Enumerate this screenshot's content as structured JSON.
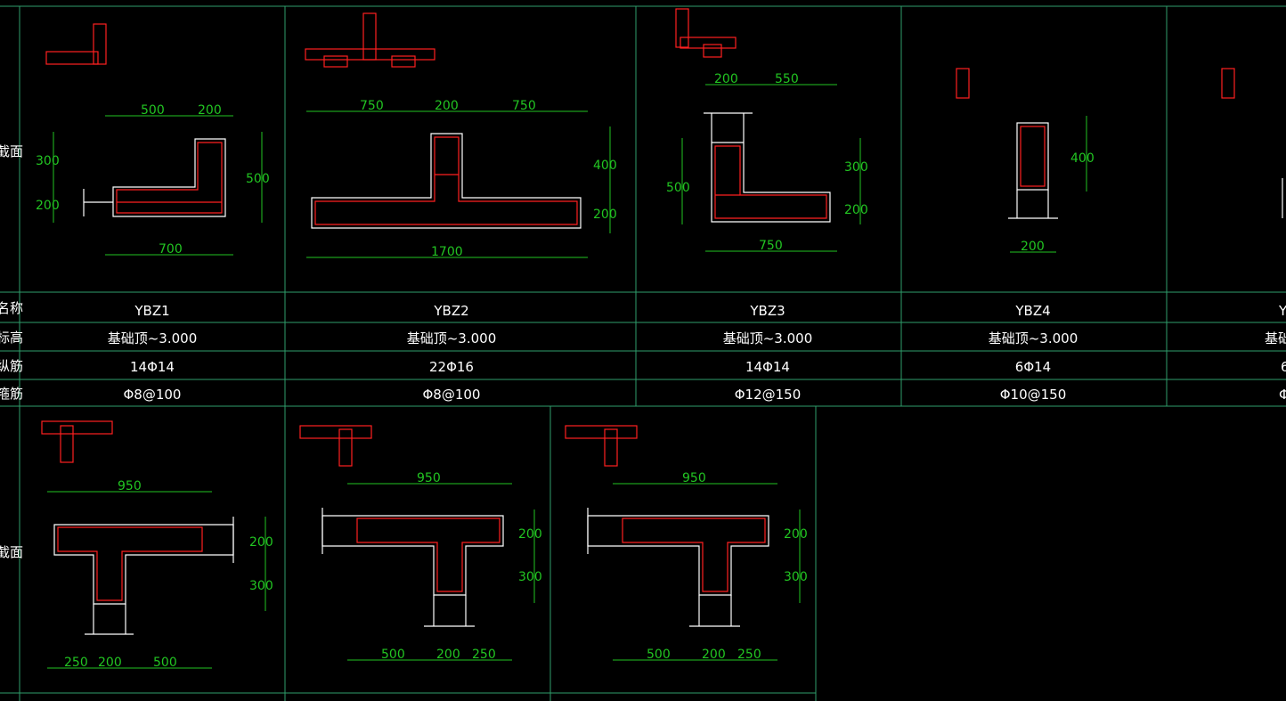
{
  "table": {
    "row_labels": {
      "section": "截面",
      "name": "名称",
      "elevation": "标高",
      "long_bar": "纵筋",
      "stirrup": "箍筋",
      "section2": "截面"
    },
    "columns": [
      {
        "name": "YBZ1",
        "elevation": "基础顶~3.000",
        "long_bar": "14Φ14",
        "stirrup": "Φ8@100"
      },
      {
        "name": "YBZ2",
        "elevation": "基础顶~3.000",
        "long_bar": "22Φ16",
        "stirrup": "Φ8@100"
      },
      {
        "name": "YBZ3",
        "elevation": "基础顶~3.000",
        "long_bar": "14Φ14",
        "stirrup": "Φ12@150"
      },
      {
        "name": "YBZ4",
        "elevation": "基础顶~3.000",
        "long_bar": "6Φ14",
        "stirrup": "Φ10@150"
      },
      {
        "name": "Y",
        "elevation": "基础",
        "long_bar": "6",
        "stirrup": "Φ"
      }
    ]
  },
  "dims": {
    "s1": {
      "top_a": "500",
      "top_b": "200",
      "bottom": "700",
      "left_a": "300",
      "left_b": "200",
      "right": "500"
    },
    "s2": {
      "top_a": "750",
      "top_b": "200",
      "top_c": "750",
      "bottom": "1700",
      "right_a": "400",
      "right_b": "200"
    },
    "s3": {
      "top_a": "200",
      "top_b": "550",
      "bottom": "750",
      "left": "500",
      "right_a": "300",
      "right_b": "200"
    },
    "s4": {
      "bottom": "200",
      "right": "400"
    },
    "s6": {
      "top": "950",
      "right_a": "200",
      "right_b": "300",
      "bottom_a": "250",
      "bottom_b": "200",
      "bottom_c": "500"
    },
    "s7": {
      "top": "950",
      "right_a": "200",
      "right_b": "300",
      "bottom_a": "500",
      "bottom_b": "200",
      "bottom_c": "250"
    },
    "s8": {
      "top": "950",
      "right_a": "200",
      "right_b": "300",
      "bottom_a": "500",
      "bottom_b": "200",
      "bottom_c": "250"
    }
  },
  "colors": {
    "background": "#000000",
    "grid": "#2f9e6b",
    "wall": "#ffffff",
    "rebar": "#ff2020",
    "dimension": "#22c522"
  }
}
